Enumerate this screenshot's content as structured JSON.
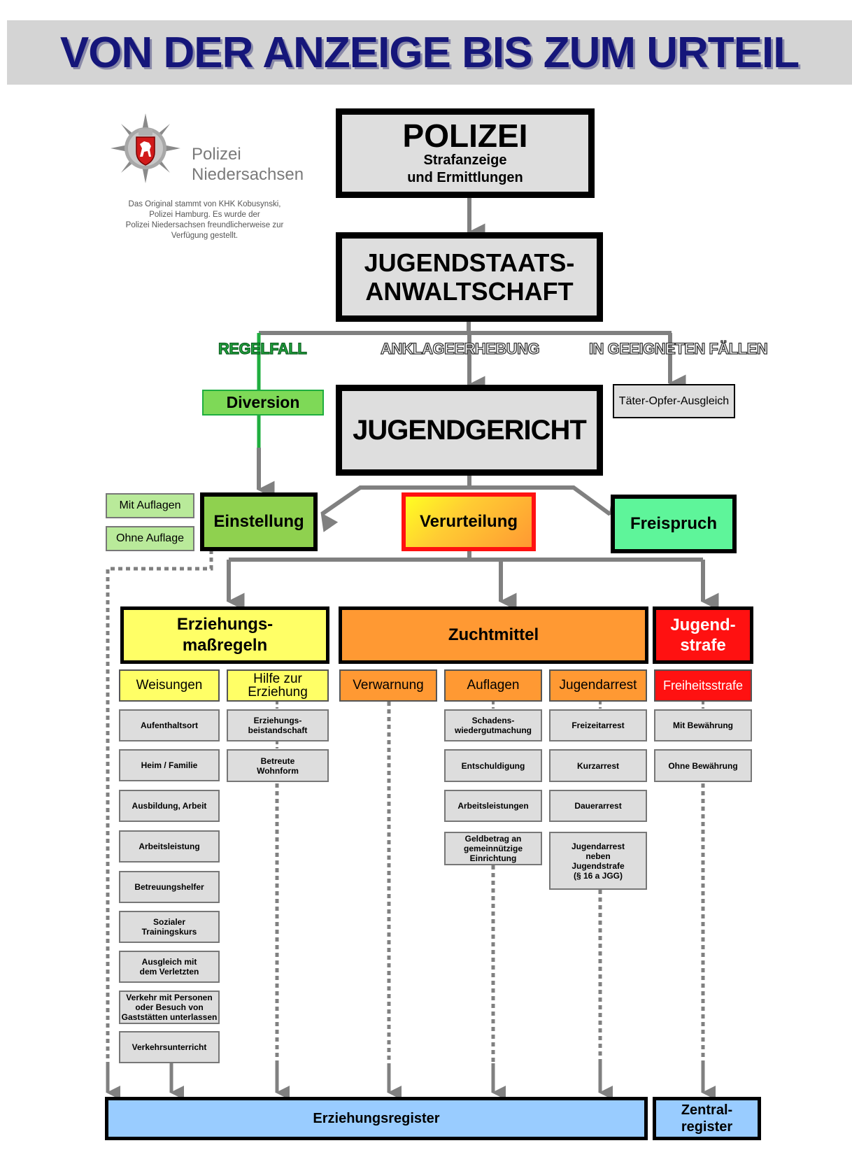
{
  "title": "VON DER ANZEIGE BIS ZUM URTEIL",
  "logo": {
    "line1": "Polizei",
    "line2": "Niedersachsen",
    "icon": "police-star-badge-icon"
  },
  "credit": [
    "Das Original stammt von KHK Kobusynski,",
    "Polizei Hamburg. Es wurde der",
    "Polizei Niedersachsen freundlicherweise zur",
    "Verfügung gestellt."
  ],
  "polizei": {
    "title": "POLIZEI",
    "line1": "Strafanzeige",
    "line2": "und Ermittlungen"
  },
  "staatsanwaltschaft": {
    "line1": "JUGENDSTAATS-",
    "line2": "ANWALTSCHAFT"
  },
  "branches": {
    "regelfall": "REGELFALL",
    "anklage": "ANKLAGEERHEBUNG",
    "geeignet": "IN GEEIGNETEN FÄLLEN"
  },
  "diversion": "Diversion",
  "toa": "Täter-Opfer-Ausgleich",
  "gericht": "JUGENDGERICHT",
  "auflagen_tags": {
    "mit": "Mit Auflagen",
    "ohne": "Ohne Auflage"
  },
  "outcomes": {
    "einstellung": "Einstellung",
    "verurteilung": "Verurteilung",
    "freispruch": "Freispruch"
  },
  "categories": {
    "erziehung": {
      "line1": "Erziehungs-",
      "line2": "maßregeln"
    },
    "zucht": "Zuchtmittel",
    "jugendstrafe": {
      "line1": "Jugend-",
      "line2": "strafe"
    }
  },
  "subcats": {
    "weisungen": "Weisungen",
    "hilfe": {
      "line1": "Hilfe zur",
      "line2": "Erziehung"
    },
    "verwarnung": "Verwarnung",
    "auflagen": "Auflagen",
    "jugendarrest": "Jugendarrest",
    "freiheitsstrafe": "Freiheitsstrafe"
  },
  "weisungen_items": [
    [
      "Aufenthaltsort"
    ],
    [
      "Heim / Familie"
    ],
    [
      "Ausbildung, Arbeit"
    ],
    [
      "Arbeitsleistung"
    ],
    [
      "Betreuungshelfer"
    ],
    [
      "Sozialer",
      "Trainingskurs"
    ],
    [
      "Ausgleich mit",
      "dem Verletzten"
    ],
    [
      "Verkehr mit Personen",
      "oder Besuch von",
      "Gaststätten unterlassen"
    ],
    [
      "Verkehrsunterricht"
    ]
  ],
  "hilfe_items": [
    [
      "Erziehungs-",
      "beistandschaft"
    ],
    [
      "Betreute",
      "Wohnform"
    ]
  ],
  "auflagen_items": [
    [
      "Schadens-",
      "wiedergutmachung"
    ],
    [
      "Entschuldigung"
    ],
    [
      "Arbeitsleistungen"
    ],
    [
      "Geldbetrag  an",
      "gemeinnützige",
      "Einrichtung"
    ]
  ],
  "jugendarrest_items": [
    [
      "Freizeitarrest"
    ],
    [
      "Kurzarrest"
    ],
    [
      "Dauerarrest"
    ],
    [
      "Jugendarrest",
      "neben",
      "Jugendstrafe",
      "(§ 16 a JGG)"
    ]
  ],
  "freiheitsstrafe_items": [
    [
      "Mit Bewährung"
    ],
    [
      "Ohne Bewährung"
    ]
  ],
  "registers": {
    "erziehung": "Erziehungsregister",
    "zentral": {
      "line1": "Zentral-",
      "line2": "register"
    }
  },
  "colors": {
    "title": "#15167a",
    "stage": "#dedede",
    "diversion": "#7ed957",
    "green_line": "#1fae3f",
    "einstellung": "#8fd14f",
    "freispruch": "#5ef59a",
    "yellow": "#ffff66",
    "orange": "#ff9933",
    "red": "#ff1111",
    "register": "#99ccff",
    "arrow": "#808080"
  }
}
